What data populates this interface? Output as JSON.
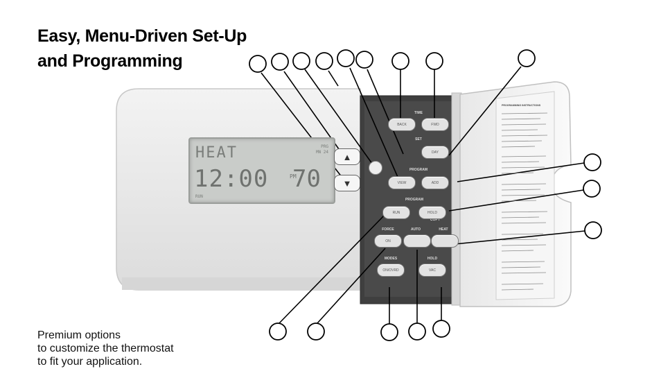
{
  "title": {
    "line1": "Easy, Menu-Driven Set-Up",
    "line2": "and  Programming"
  },
  "caption": {
    "line1": "Premium options",
    "line2": "to customize the thermostat",
    "line3": "to fit your application."
  },
  "display": {
    "mode": "HEAT",
    "time": "12:00",
    "ampm": "PM",
    "temperature": "70",
    "day1": "PRG",
    "day2": "MN 24",
    "status": "RUN"
  },
  "up_arrow": "▲",
  "down_arrow": "▼",
  "keypad": {
    "time_label": "TIME",
    "back": "BACK",
    "fwd": "FWD",
    "set_label": "SET",
    "day": "DAY",
    "program_label": "PROGRAM",
    "view": "VIEW",
    "add": "ADD",
    "program2_label": "PROGRAM",
    "run": "RUN",
    "hold": "HOLD",
    "copy": "COPY",
    "fan_label": "FORCE",
    "fan_on": "ON",
    "auto_label": "AUTO",
    "heat_label": "HEAT",
    "modes_label": "MODES",
    "override": "ON/OVRD",
    "hold_label": "HOLD",
    "vacation": "VAC"
  },
  "door": {
    "heading": "PROGRAMMING INSTRUCTIONS"
  }
}
